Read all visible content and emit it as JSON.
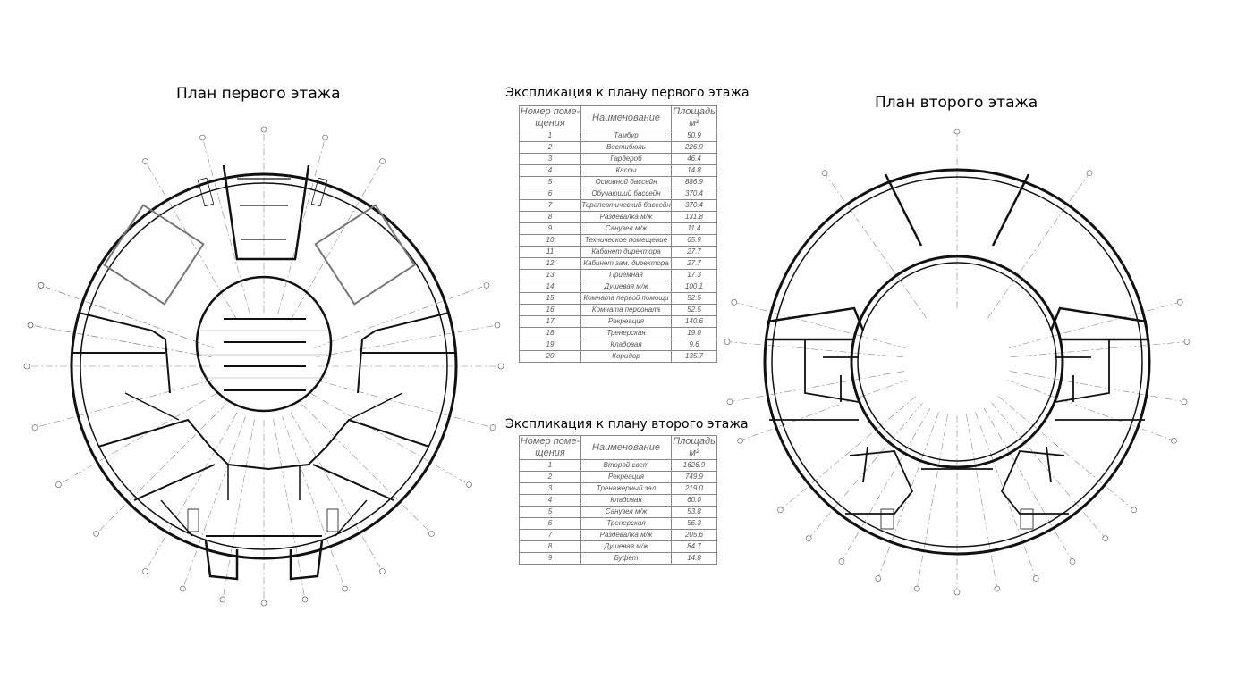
{
  "plan1": {
    "title": "План первого этажа"
  },
  "plan2": {
    "title": "План второго этажа"
  },
  "table1": {
    "title": "Экспликация к плану первого этажа",
    "headers": [
      "Номер поме- щения",
      "Наименование",
      "Площадь м²"
    ],
    "rows": [
      [
        "1",
        "Тамбур",
        "50.9"
      ],
      [
        "2",
        "Вестибюль",
        "226.9"
      ],
      [
        "3",
        "Гардероб",
        "46.4"
      ],
      [
        "4",
        "Кассы",
        "14.8"
      ],
      [
        "5",
        "Основной бассейн",
        "886.9"
      ],
      [
        "6",
        "Обучающий бассейн",
        "370.4"
      ],
      [
        "7",
        "Терапевтический бассейн",
        "370.4"
      ],
      [
        "8",
        "Раздевалка м/ж",
        "131.8"
      ],
      [
        "9",
        "Санузел м/ж",
        "11.4"
      ],
      [
        "10",
        "Техническое помещение",
        "65.9"
      ],
      [
        "11",
        "Кабинет директора",
        "27.7"
      ],
      [
        "12",
        "Кабинет зам. директора",
        "27.7"
      ],
      [
        "13",
        "Приемная",
        "17.3"
      ],
      [
        "14",
        "Душевая м/ж",
        "100.1"
      ],
      [
        "15",
        "Комната первой помощи",
        "52.5"
      ],
      [
        "16",
        "Комната персонала",
        "52.5"
      ],
      [
        "17",
        "Рекреация",
        "140.6"
      ],
      [
        "18",
        "Тренерская",
        "19.0"
      ],
      [
        "19",
        "Кладовая",
        "9.6"
      ],
      [
        "20",
        "Коридор",
        "135.7"
      ]
    ]
  },
  "table2": {
    "title": "Экспликация к плану второго этажа",
    "headers": [
      "Номер поме- щения",
      "Наименование",
      "Площадь м²"
    ],
    "rows": [
      [
        "1",
        "Второй свет",
        "1626.9"
      ],
      [
        "2",
        "Рекреация",
        "749.9"
      ],
      [
        "3",
        "Тренажерный зал",
        "219.0"
      ],
      [
        "4",
        "Кладовая",
        "60.0"
      ],
      [
        "5",
        "Санузел м/ж",
        "53.8"
      ],
      [
        "6",
        "Тренерская",
        "56.3"
      ],
      [
        "7",
        "Раздевалка м/ж",
        "205.6"
      ],
      [
        "8",
        "Душевая м/ж",
        "84.7"
      ],
      [
        "9",
        "Буфет",
        "14.8"
      ]
    ]
  }
}
